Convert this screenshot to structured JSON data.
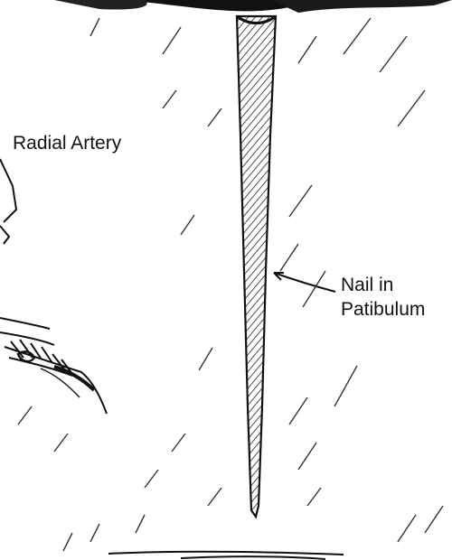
{
  "labels": {
    "radial_artery": "Radial Artery",
    "nail_line1": "Nail in",
    "nail_line2": "Patibulum"
  }
}
